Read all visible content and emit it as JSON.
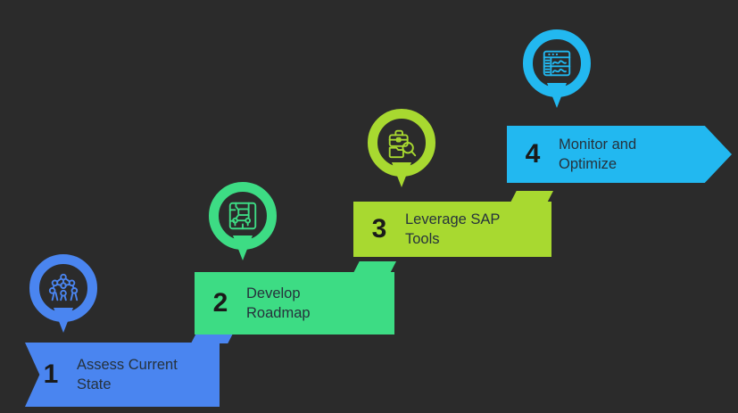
{
  "diagram": {
    "title": "SAP adoption four-step staircase process",
    "background_color": "#2b2b2b",
    "text_color": "#26323c",
    "number_color": "#1a1a1a"
  },
  "steps": [
    {
      "number": "1",
      "label": "Assess Current\nState",
      "color": "#4a85f0",
      "icon": "network-nodes-icon",
      "icon_label": "Assess current state network diagram icon",
      "shape": "notched-left-flat-right"
    },
    {
      "number": "2",
      "label": "Develop\nRoadmap",
      "color": "#3ddc84",
      "icon": "roadmap-grid-icon",
      "icon_label": "Develop roadmap map grid icon",
      "shape": "rectangle"
    },
    {
      "number": "3",
      "label": "Leverage SAP\nTools",
      "color": "#a8d930",
      "icon": "toolbox-search-icon",
      "icon_label": "Leverage SAP tools briefcase and magnifier icon",
      "shape": "rectangle"
    },
    {
      "number": "4",
      "label": "Monitor and\nOptimize",
      "color": "#22b8f0",
      "icon": "dashboard-chart-icon",
      "icon_label": "Monitor and optimize dashboard chart icon",
      "shape": "arrow-right"
    }
  ]
}
